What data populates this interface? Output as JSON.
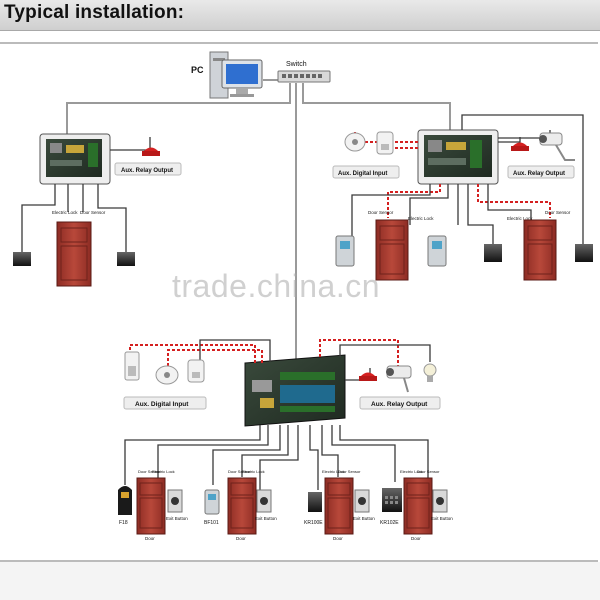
{
  "header": {
    "title": "Typical installation:"
  },
  "labels": {
    "pc": "PC",
    "switch": "Switch",
    "aux_relay_output": "Aux. Relay Output",
    "aux_digital_input": "Aux. Digital Input",
    "electric_lock": "Electric Lock",
    "door_sensor": "Door Sensor",
    "door": "Door",
    "exit_button": "Exit Button",
    "reader_f18": "F18",
    "reader_bf101": "BF101",
    "reader_kr100e": "KR100E",
    "reader_kr102e": "KR102E"
  },
  "watermark": "trade.china.cn",
  "colors": {
    "wire": "#3a3a3a",
    "network": "#9a9a9a",
    "red_signal": "#d42020",
    "door": "#a4372d",
    "board": "#2d3a2f"
  }
}
